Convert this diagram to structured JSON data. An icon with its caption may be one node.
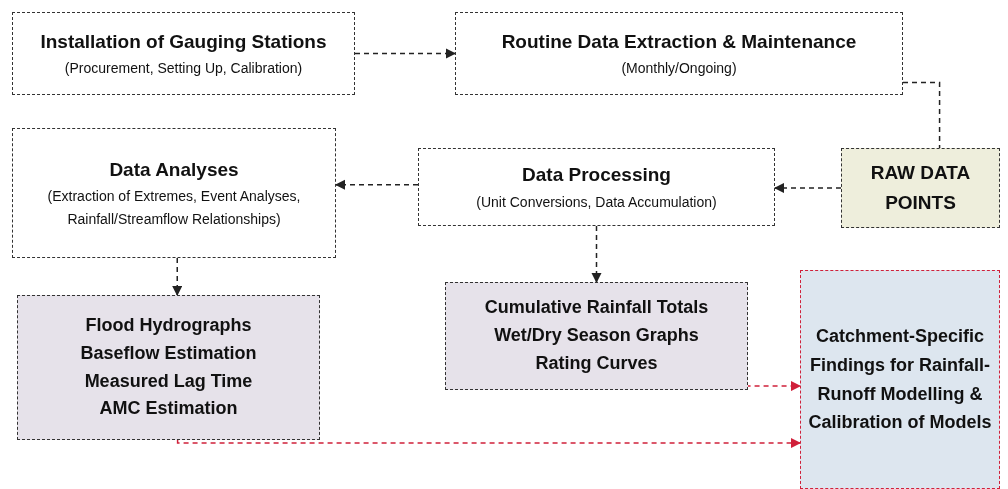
{
  "diagram": {
    "nodes": [
      {
        "text": [
          "Installation of Gauging Stations",
          "(Procurement, Setting Up, Calibration)"
        ]
      },
      {
        "text": [
          "Routine Data Extraction & Maintenance",
          "(Monthly/Ongoing)"
        ]
      },
      {
        "text": [
          "Data Analyses",
          "(Extraction of Extremes, Event Analyses, Rainfall/Streamflow Relationships)"
        ]
      },
      {
        "text": [
          "Data Processing",
          "(Unit Conversions, Data Accumulation)"
        ]
      },
      {
        "text": [
          "RAW DATA POINTS"
        ]
      },
      {
        "text": [
          "Flood Hydrographs",
          "Baseflow Estimation",
          "Measured Lag Time",
          "AMC Estimation"
        ]
      },
      {
        "text": [
          "Cumulative Rainfall Totals",
          "Wet/Dry Season Graphs",
          "Rating Curves"
        ]
      },
      {
        "text": [
          "Catchment-Specific Findings for Rainfall-Runoff Modelling & Calibration of Models"
        ]
      }
    ],
    "edges": [
      {
        "from": 0,
        "to": 1,
        "arrow": "to",
        "style": "dashed"
      },
      {
        "from": 1,
        "to": 4,
        "arrow": "none",
        "style": "dashed"
      },
      {
        "from": 4,
        "to": 3,
        "arrow": "to",
        "style": "dashed"
      },
      {
        "from": 3,
        "to": 2,
        "arrow": "to",
        "style": "dashed"
      },
      {
        "from": 2,
        "to": 5,
        "arrow": "to",
        "style": "dashed"
      },
      {
        "from": 3,
        "to": 6,
        "arrow": "to",
        "style": "dashed"
      },
      {
        "from": 6,
        "to": 7,
        "arrow": "to",
        "style": "dashed",
        "color": "#d0203a"
      },
      {
        "from": 5,
        "to": 7,
        "arrow": "to",
        "style": "dashed",
        "color": "#d0203a"
      }
    ]
  }
}
